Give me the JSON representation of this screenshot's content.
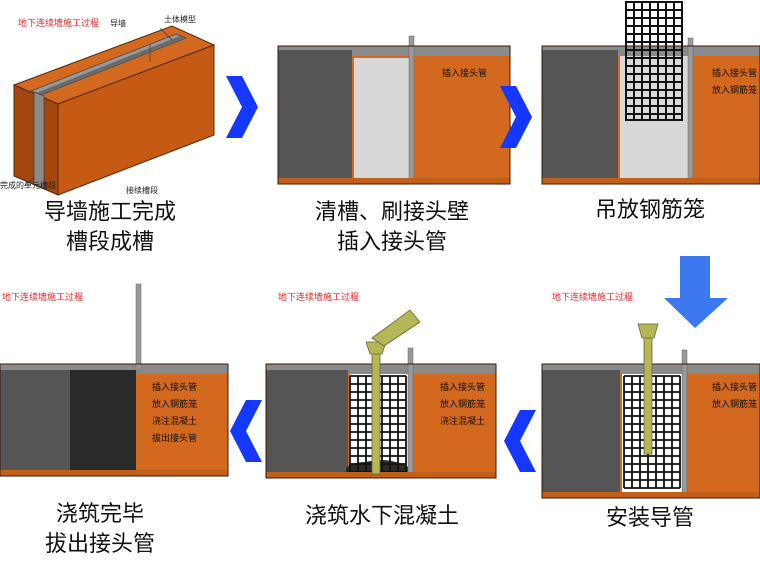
{
  "top_left_title": "地下连续墙施工过程",
  "mid_title": "地下连续墙施工过程",
  "right_title": "地下连续墙施工过程",
  "bottom_left_title": "地下连续墙施工过程",
  "box_labels": {
    "guide_wall": "导墙",
    "earth_model": "土体模型",
    "completed_unit": "完成的单元槽段",
    "next_unit": "接续槽段"
  },
  "steps": [
    {
      "line1": "导墙施工完成",
      "line2": "槽段成槽"
    },
    {
      "line1": "清槽、刷接头壁",
      "line2": "插入接头管",
      "notes": [
        "插入接头管"
      ]
    },
    {
      "line1": "吊放钢筋笼",
      "line2": "",
      "notes": [
        "插入接头管",
        "放入钢筋笼"
      ]
    },
    {
      "line1": "安装导管",
      "line2": "",
      "notes": [
        "插入接头管",
        "放入钢筋笼"
      ]
    },
    {
      "line1": "浇筑水下混凝土",
      "line2": "",
      "notes": [
        "插入接头管",
        "放入钢筋笼",
        "浇注混凝土"
      ]
    },
    {
      "line1": "浇筑完毕",
      "line2": "拔出接头管",
      "notes": [
        "插入接头管",
        "放入钢筋笼",
        "浇注混凝土",
        "拔出接头管"
      ]
    }
  ],
  "colors": {
    "soil": "#d2691e",
    "soil_dark": "#8b3a0a",
    "concrete": "#555555",
    "slurry": "#d8d8d8",
    "arrow_blue": "#1438ff",
    "down_arrow": "#3c78f0",
    "tremie": "#b5b55a"
  }
}
